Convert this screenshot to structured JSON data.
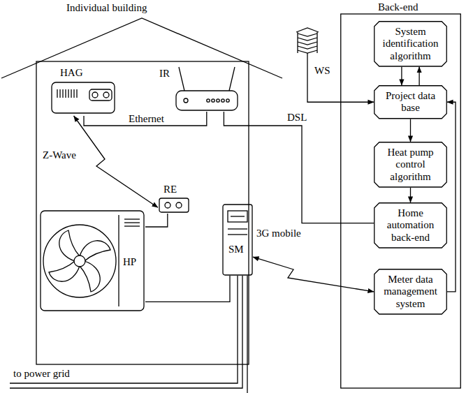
{
  "diagram": {
    "nodes": [
      {
        "text": [
          "Individual building"
        ]
      },
      {
        "text": [
          "HAG"
        ],
        "in": 0
      },
      {
        "text": [
          "IR"
        ],
        "in": 0
      },
      {
        "text": [
          "RE"
        ],
        "in": 0
      },
      {
        "text": [
          "HP"
        ],
        "in": 0
      },
      {
        "text": [
          "SM"
        ],
        "in": 0
      },
      {
        "text": [
          "WS"
        ]
      },
      {
        "text": [
          "Back-end"
        ]
      },
      {
        "text": [
          "System identification algorithm"
        ],
        "in": 7
      },
      {
        "text": [
          "Project data base"
        ],
        "in": 7
      },
      {
        "text": [
          "Heat pump control algorithm"
        ],
        "in": 7
      },
      {
        "text": [
          "Home automation back-end"
        ],
        "in": 7
      },
      {
        "text": [
          "Meter data management system"
        ],
        "in": 7
      }
    ],
    "edges": [
      {
        "from": 1,
        "to": 2,
        "arrow": "none",
        "label": "Ethernet"
      },
      {
        "from": 1,
        "to": 3,
        "arrow": "both",
        "label": "Z-Wave"
      },
      {
        "from": 2,
        "to": 11,
        "arrow": "none",
        "label": "DSL"
      },
      {
        "from": 3,
        "to": 4,
        "arrow": "none"
      },
      {
        "from": 4,
        "to": 5,
        "arrow": "none"
      },
      {
        "from": 5,
        "to": 12,
        "arrow": "both",
        "label": "3G mobile"
      },
      {
        "from": 6,
        "to": 9,
        "arrow": "to"
      },
      {
        "from": 8,
        "to": 9,
        "arrow": "to"
      },
      {
        "from": 9,
        "to": 8,
        "arrow": "to"
      },
      {
        "from": 9,
        "to": 10,
        "arrow": "to"
      },
      {
        "from": 10,
        "to": 11,
        "arrow": "to"
      },
      {
        "from": 12,
        "to": 9,
        "arrow": "to"
      }
    ],
    "labels": [
      "to power grid"
    ]
  }
}
